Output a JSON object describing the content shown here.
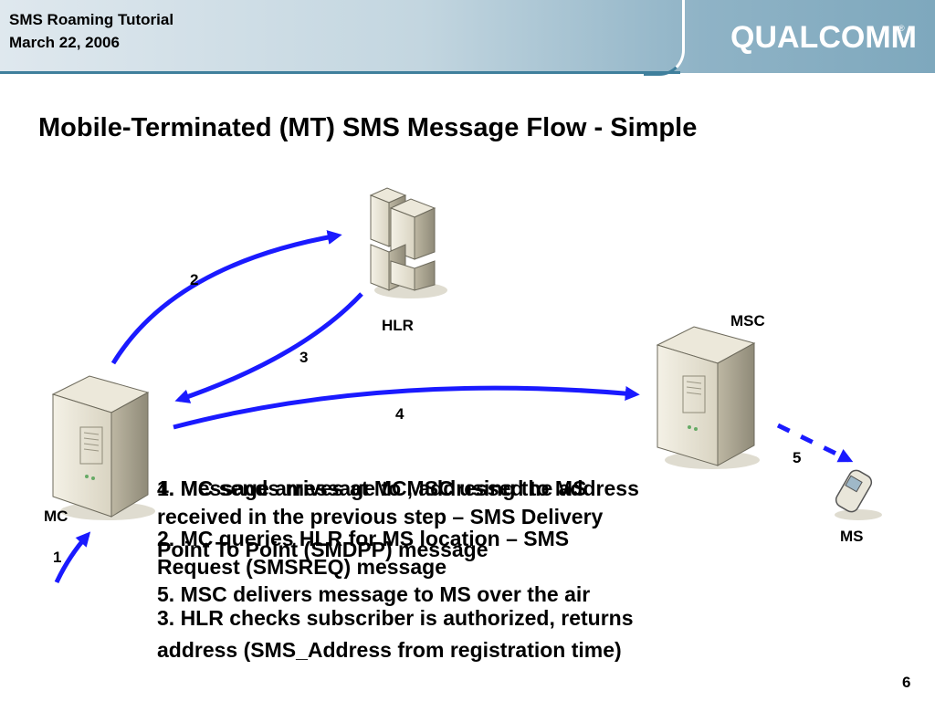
{
  "header": {
    "title": "SMS Roaming Tutorial",
    "date": "March 22, 2006",
    "logo": "QUALCOMM",
    "logo_mark": "®"
  },
  "slide": {
    "title": "Mobile-Terminated (MT) SMS Message Flow - Simple",
    "page_number": "6"
  },
  "nodes": {
    "mc": "MC",
    "hlr": "HLR",
    "msc": "MSC",
    "ms": "MS"
  },
  "arrows": {
    "a1": "1",
    "a2": "2",
    "a3": "3",
    "a4": "4",
    "a5": "5"
  },
  "steps": {
    "s1": "1. Message arrives at MC, addressed to MS",
    "s2a": "2. MC queries HLR for MS location – SMS",
    "s2b": "Request (SMSREQ) message",
    "s3a": "3. HLR checks subscriber is authorized, returns",
    "s3b": "address (SMS_Address from registration time)",
    "s4a": "4. MC sends message to MSC using the address",
    "s4b": "received in the previous step – SMS Delivery",
    "s4c": "Point To Point (SMDPP) message",
    "s5": "5. MSC delivers message to MS over the air"
  },
  "colors": {
    "arrow": "#1a1aff",
    "header_accent": "#3f7f9c"
  }
}
